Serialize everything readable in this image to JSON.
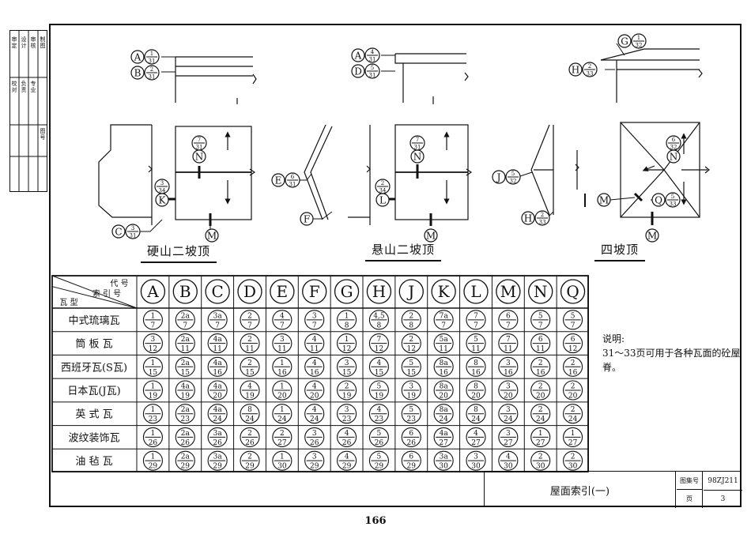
{
  "binding_labels": [
    "审定",
    "设计",
    "审核",
    "制图",
    "校对",
    "负责",
    "专业",
    "图号"
  ],
  "drawings": [
    {
      "caption": "硬山二坡顶",
      "top": [
        {
          "letter": "A",
          "num": "1",
          "den": "31"
        },
        {
          "letter": "B",
          "num": "2",
          "den": "31"
        }
      ],
      "sec": [
        {
          "letter": "C",
          "num": "3",
          "den": "31"
        }
      ],
      "plan_n": {
        "letter": "N",
        "num": "7",
        "den": "31"
      },
      "plan_side": {
        "letter": "K",
        "num": "3",
        "den": "34"
      },
      "plan_m": {
        "letter": "M"
      }
    },
    {
      "caption": "悬山二坡顶",
      "top": [
        {
          "letter": "A",
          "num": "4",
          "den": "31"
        },
        {
          "letter": "D",
          "num": "5",
          "den": "31"
        }
      ],
      "sec": [
        {
          "letter": "E",
          "num": "6",
          "den": "31"
        },
        {
          "letter": "F"
        }
      ],
      "plan_n": {
        "letter": "N",
        "num": "7",
        "den": "31"
      },
      "plan_side": {
        "letter": "L",
        "num": "2",
        "den": "34"
      },
      "plan_m": {
        "letter": "M"
      }
    },
    {
      "caption": "四坡顶",
      "top": [
        {
          "letter": "G",
          "num": "1",
          "den": "32"
        },
        {
          "letter": "H",
          "num": "2",
          "den": "33"
        }
      ],
      "sec": [
        {
          "letter": "J",
          "num": "5",
          "den": "32"
        },
        {
          "letter": "H",
          "num": "2",
          "den": "33"
        }
      ],
      "plan_n": {
        "letter": "N",
        "num": "6",
        "den": "32"
      },
      "plan_side": {
        "letter": "M"
      },
      "plan_q": {
        "letter": "Q",
        "num": "5",
        "den": "33"
      },
      "plan_m": {
        "letter": "M"
      }
    }
  ],
  "index_table": {
    "header_code": "代 号",
    "header_ref": "索 引 号",
    "header_type": "瓦 型",
    "columns": [
      "A",
      "B",
      "C",
      "D",
      "E",
      "F",
      "G",
      "H",
      "J",
      "K",
      "L",
      "M",
      "N",
      "Q"
    ],
    "rows": [
      {
        "name": "中式琉璃瓦",
        "cells": [
          [
            "1",
            "7"
          ],
          [
            "2a",
            "7"
          ],
          [
            "3a",
            "7"
          ],
          [
            "2",
            "7"
          ],
          [
            "4",
            "7"
          ],
          [
            "3",
            "7"
          ],
          [
            "1",
            "8"
          ],
          [
            "4,5",
            "8"
          ],
          [
            "2",
            "8"
          ],
          [
            "7a",
            "7"
          ],
          [
            "7",
            "7"
          ],
          [
            "6",
            "7"
          ],
          [
            "5",
            "7"
          ],
          [
            "5",
            "7"
          ]
        ]
      },
      {
        "name": "筒 板 瓦",
        "cells": [
          [
            "3",
            "12"
          ],
          [
            "2a",
            "11"
          ],
          [
            "4a",
            "11"
          ],
          [
            "2",
            "11"
          ],
          [
            "3",
            "11"
          ],
          [
            "4",
            "11"
          ],
          [
            "1",
            "12"
          ],
          [
            "7",
            "12"
          ],
          [
            "2",
            "12"
          ],
          [
            "5a",
            "11"
          ],
          [
            "5",
            "11"
          ],
          [
            "7",
            "11"
          ],
          [
            "6",
            "11"
          ],
          [
            "6",
            "12"
          ]
        ]
      },
      {
        "name": "西班牙瓦(S瓦)",
        "cells": [
          [
            "1",
            "15"
          ],
          [
            "2a",
            "15"
          ],
          [
            "4a",
            "16"
          ],
          [
            "2",
            "15"
          ],
          [
            "1",
            "16"
          ],
          [
            "4",
            "16"
          ],
          [
            "3",
            "15"
          ],
          [
            "4",
            "15"
          ],
          [
            "5",
            "15"
          ],
          [
            "8a",
            "16"
          ],
          [
            "8",
            "16"
          ],
          [
            "3",
            "16"
          ],
          [
            "2",
            "16"
          ],
          [
            "2",
            "16"
          ]
        ]
      },
      {
        "name": "日本瓦(J瓦)",
        "cells": [
          [
            "1",
            "19"
          ],
          [
            "4a",
            "19"
          ],
          [
            "4a",
            "20"
          ],
          [
            "4",
            "19"
          ],
          [
            "1",
            "20"
          ],
          [
            "4",
            "20"
          ],
          [
            "2",
            "19"
          ],
          [
            "5",
            "19"
          ],
          [
            "3",
            "19"
          ],
          [
            "8a",
            "20"
          ],
          [
            "8",
            "20"
          ],
          [
            "3",
            "20"
          ],
          [
            "2",
            "20"
          ],
          [
            "2",
            "20"
          ]
        ]
      },
      {
        "name": "英 式 瓦",
        "cells": [
          [
            "1",
            "23"
          ],
          [
            "2a",
            "23"
          ],
          [
            "4a",
            "24"
          ],
          [
            "8",
            "24"
          ],
          [
            "1",
            "24"
          ],
          [
            "4",
            "24"
          ],
          [
            "3",
            "23"
          ],
          [
            "4",
            "23"
          ],
          [
            "5",
            "23"
          ],
          [
            "8a",
            "24"
          ],
          [
            "8",
            "24"
          ],
          [
            "3",
            "24"
          ],
          [
            "2",
            "24"
          ],
          [
            "2",
            "24"
          ]
        ]
      },
      {
        "name": "波纹装饰瓦",
        "cells": [
          [
            "1",
            "26"
          ],
          [
            "2a",
            "26"
          ],
          [
            "3a",
            "26"
          ],
          [
            "2",
            "26"
          ],
          [
            "2",
            "27"
          ],
          [
            "3",
            "26"
          ],
          [
            "4",
            "26"
          ],
          [
            "5",
            "26"
          ],
          [
            "6",
            "26"
          ],
          [
            "4a",
            "27"
          ],
          [
            "4",
            "27"
          ],
          [
            "3",
            "27"
          ],
          [
            "1",
            "27"
          ],
          [
            "1",
            "27"
          ]
        ]
      },
      {
        "name": "油 毡 瓦",
        "cells": [
          [
            "1",
            "29"
          ],
          [
            "2a",
            "29"
          ],
          [
            "3a",
            "29"
          ],
          [
            "2",
            "29"
          ],
          [
            "1",
            "30"
          ],
          [
            "3",
            "29"
          ],
          [
            "4",
            "29"
          ],
          [
            "5",
            "29"
          ],
          [
            "6",
            "29"
          ],
          [
            "3a",
            "30"
          ],
          [
            "3",
            "30"
          ],
          [
            "4",
            "30"
          ],
          [
            "2",
            "30"
          ],
          [
            "2",
            "30"
          ]
        ]
      }
    ]
  },
  "notes": {
    "title": "说明:",
    "text": "31～33页可用于各种瓦面的砼屋脊。"
  },
  "title_block": {
    "title": "屋面索引(一)",
    "atlas_label": "图集号",
    "atlas_value": "98ZJ211",
    "page_label": "页",
    "page_value": "3"
  },
  "page_number": "166"
}
